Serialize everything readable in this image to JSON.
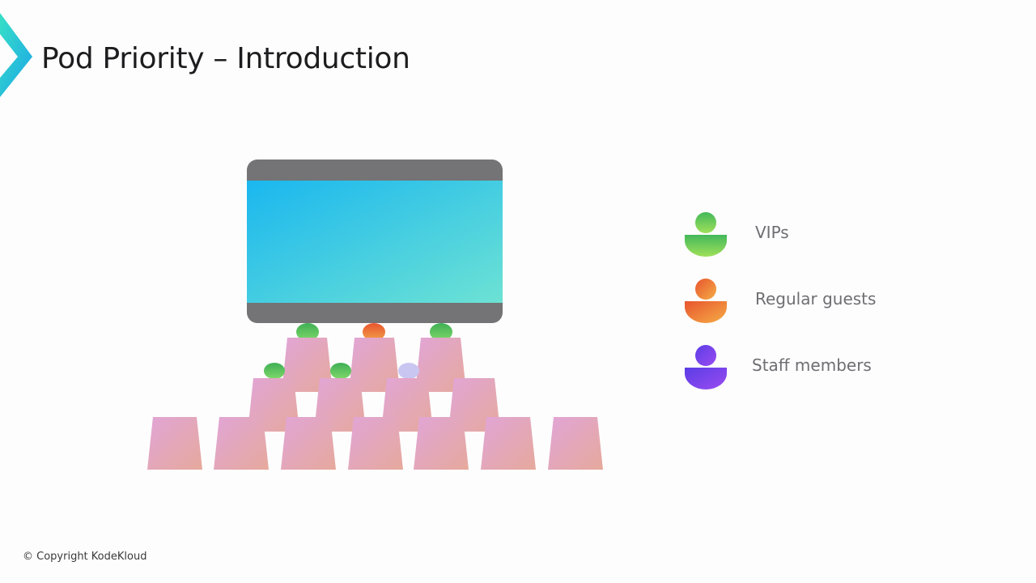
{
  "slide": {
    "title": "Pod Priority – Introduction",
    "copyright": "© Copyright KodeKloud"
  },
  "legend": [
    {
      "label": "VIPs",
      "icon": "vip-person-icon",
      "colors": [
        "#43b85a",
        "#9fe05a"
      ]
    },
    {
      "label": "Regular guests",
      "icon": "regular-guest-person-icon",
      "colors": [
        "#e8552f",
        "#f5ad45"
      ]
    },
    {
      "label": "Staff members",
      "icon": "staff-member-person-icon",
      "colors": [
        "#5b3de6",
        "#9a4cf0"
      ]
    }
  ],
  "colors": {
    "accent": "#1fd3c6",
    "screen_frame": "#747375",
    "screen_gradient": [
      "#1ab7ef",
      "#6de2d4"
    ],
    "seat_pink": "#e0a6d2",
    "seat_peach": "#e6a9a0"
  }
}
